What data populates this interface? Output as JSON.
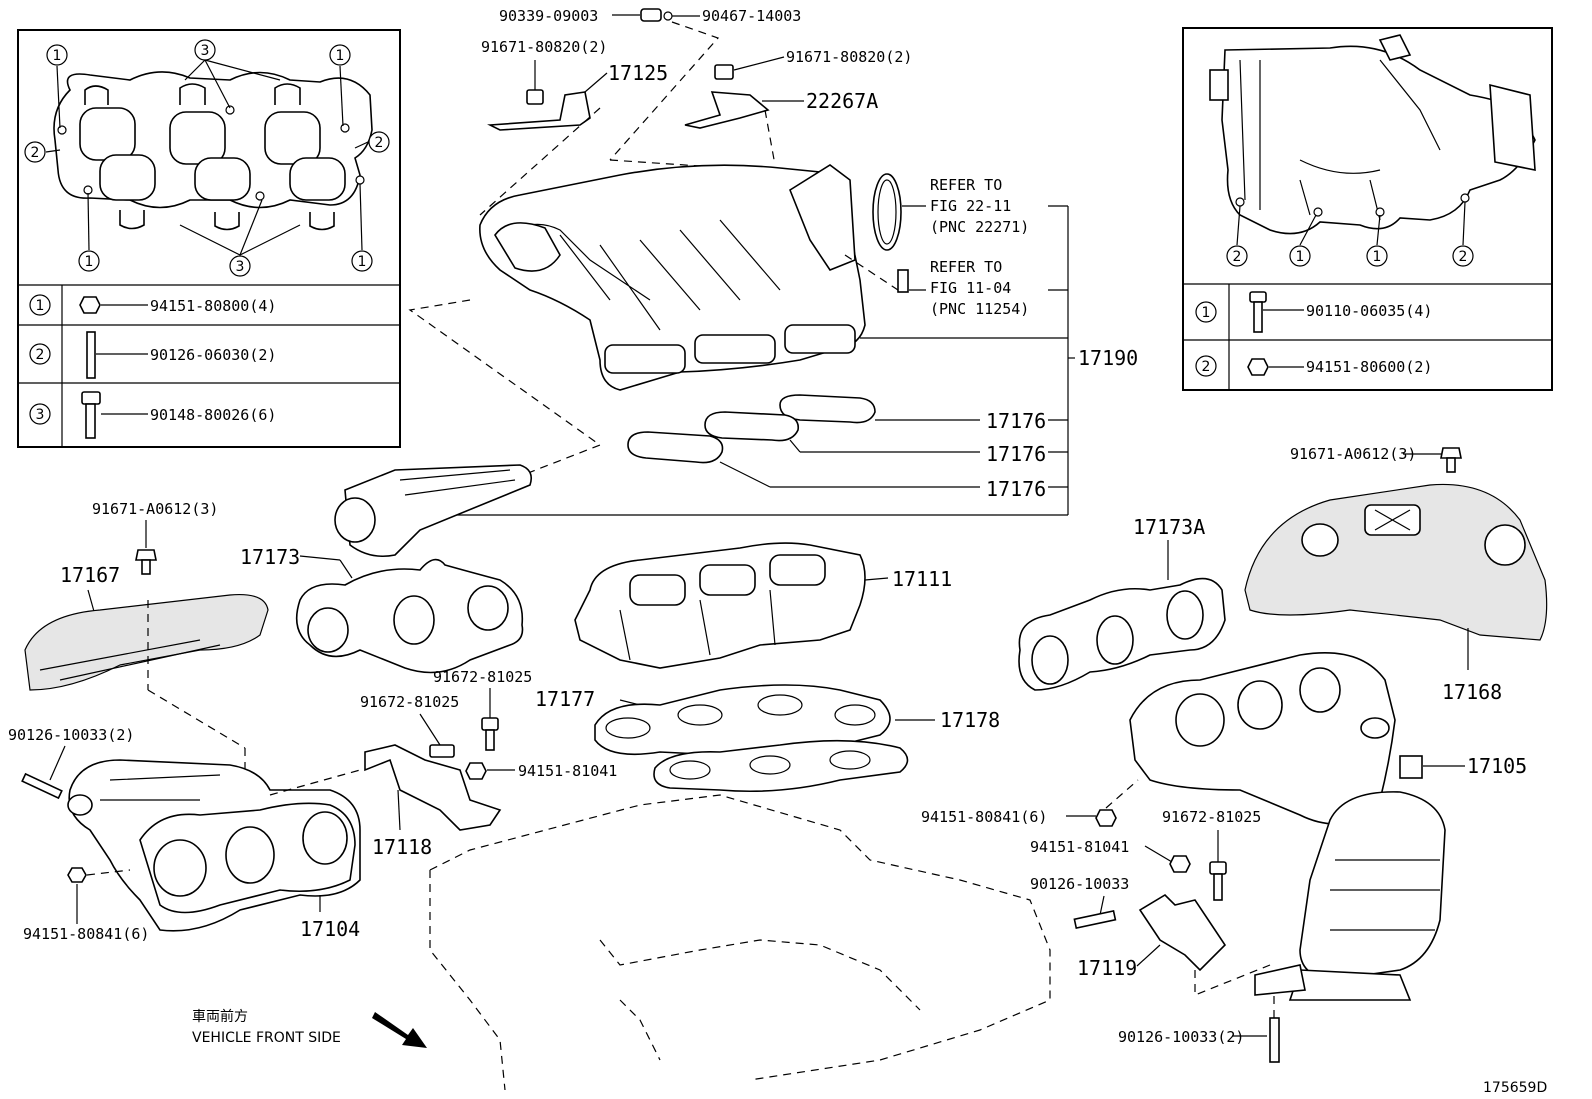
{
  "labels": {
    "p_90339": "90339-09003",
    "p_90467": "90467-14003",
    "p_91671_80820_a": "91671-80820(2)",
    "p_91671_80820_b": "91671-80820(2)",
    "p_17125": "17125",
    "p_22267A": "22267A",
    "refer1_line1": "REFER TO",
    "refer1_line2": "FIG 22-11",
    "refer1_line3": "(PNC 22271)",
    "refer2_line1": "REFER TO",
    "refer2_line2": "FIG 11-04",
    "refer2_line3": "(PNC 11254)",
    "p_17190": "17190",
    "p_17176_a": "17176",
    "p_17176_b": "17176",
    "p_17176_c": "17176",
    "p_91671_A0612_left": "91671-A0612(3)",
    "p_91671_A0612_right": "91671-A0612(3)",
    "p_17167": "17167",
    "p_17173": "17173",
    "p_17173A": "17173A",
    "p_17111": "17111",
    "p_17168": "17168",
    "p_91672_81025_a": "91672-81025",
    "p_91672_81025_b": "91672-81025",
    "p_91672_81025_c": "91672-81025",
    "p_17177": "17177",
    "p_17178": "17178",
    "p_90126_10033_left": "90126-10033(2)",
    "p_94151_81041_a": "94151-81041",
    "p_94151_81041_b": "94151-81041",
    "p_17118": "17118",
    "p_17105": "17105",
    "p_94151_80841_right": "94151-80841(6)",
    "p_90126_10033_mid": "90126-10033",
    "p_17104": "17104",
    "p_94151_80841_left": "94151-80841(6)",
    "p_17119": "17119",
    "p_90126_10033_right": "90126-10033(2)",
    "vehicle_front_jp": "車両前方",
    "vehicle_front_en": "VEHICLE FRONT SIDE",
    "figure_id": "175659D"
  },
  "left_table": {
    "row1": {
      "num": "1",
      "part": "94151-80800(4)"
    },
    "row2": {
      "num": "2",
      "part": "90126-06030(2)"
    },
    "row3": {
      "num": "3",
      "part": "90148-80026(6)"
    },
    "callout_1": "1",
    "callout_2": "2",
    "callout_3": "3"
  },
  "right_table": {
    "row1": {
      "num": "1",
      "part": "90110-06035(4)"
    },
    "row2": {
      "num": "2",
      "part": "94151-80600(2)"
    },
    "callout_1": "1",
    "callout_2": "2"
  }
}
